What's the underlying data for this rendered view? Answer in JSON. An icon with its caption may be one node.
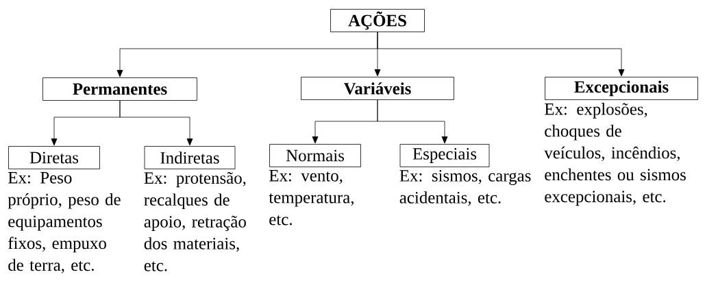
{
  "diagram": {
    "nodes": [
      {
        "text": [
          "AÇÕES"
        ]
      },
      {
        "text": [
          "Permanentes"
        ]
      },
      {
        "text": [
          "Variáveis"
        ]
      },
      {
        "text": [
          "Excepcionais"
        ],
        "beside": [
          "Ex: explosões, choques de veículos, incêndios, enchentes ou sismos excepcionais, etc."
        ]
      },
      {
        "text": [
          "Diretas"
        ],
        "beside": [
          "Ex: Peso próprio, peso de equipamentos fixos, empuxo de terra, etc."
        ]
      },
      {
        "text": [
          "Indiretas"
        ],
        "beside": [
          "Ex: protensão, recalques de apoio, retração dos materiais, etc."
        ]
      },
      {
        "text": [
          "Normais"
        ],
        "beside": [
          "Ex: vento, temperatura, etc."
        ]
      },
      {
        "text": [
          "Especiais"
        ],
        "beside": [
          "Ex: sismos, cargas acidentais, etc."
        ]
      }
    ],
    "edges": [
      {
        "from": 0,
        "to": 1,
        "arrow": "to"
      },
      {
        "from": 0,
        "to": 2,
        "arrow": "to"
      },
      {
        "from": 0,
        "to": 3,
        "arrow": "to"
      },
      {
        "from": 1,
        "to": 4,
        "arrow": "to"
      },
      {
        "from": 1,
        "to": 5,
        "arrow": "to"
      },
      {
        "from": 2,
        "to": 6,
        "arrow": "to"
      },
      {
        "from": 2,
        "to": 7,
        "arrow": "to"
      }
    ]
  }
}
